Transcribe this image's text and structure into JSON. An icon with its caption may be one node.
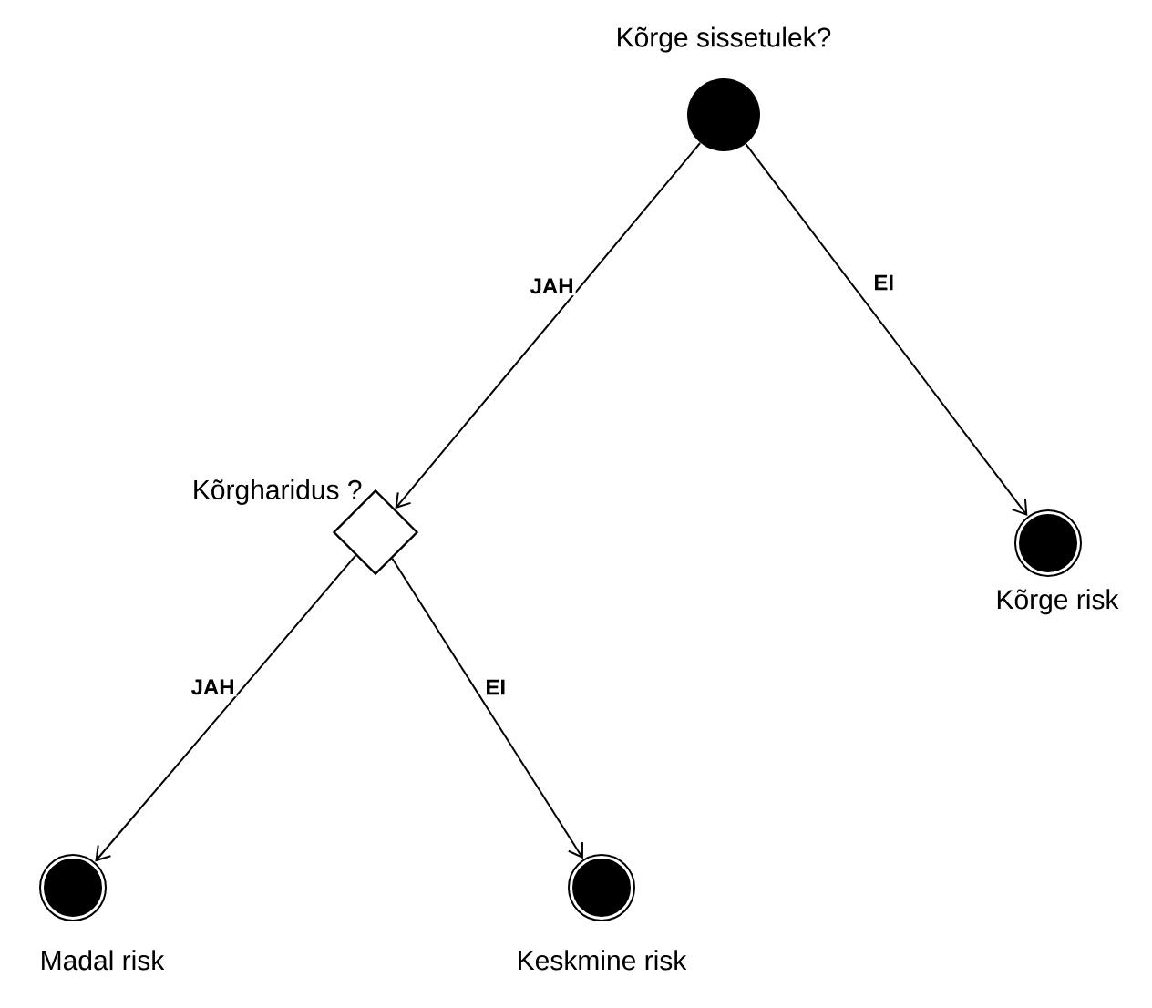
{
  "diagram": {
    "nodes": [
      {
        "text": [
          "Kõrge sissetulek?"
        ]
      },
      {
        "text": [
          "Kõrgharidus ?"
        ]
      },
      {
        "text": [
          "Kõrge risk"
        ]
      },
      {
        "text": [
          "Madal risk"
        ]
      },
      {
        "text": [
          "Keskmine risk"
        ]
      }
    ],
    "edges": [
      {
        "from": 0,
        "to": 1,
        "arrow": "to",
        "label": "JAH"
      },
      {
        "from": 0,
        "to": 2,
        "arrow": "to",
        "label": "EI"
      },
      {
        "from": 1,
        "to": 3,
        "arrow": "to",
        "label": "JAH"
      },
      {
        "from": 1,
        "to": 4,
        "arrow": "to",
        "label": "EI"
      }
    ]
  }
}
